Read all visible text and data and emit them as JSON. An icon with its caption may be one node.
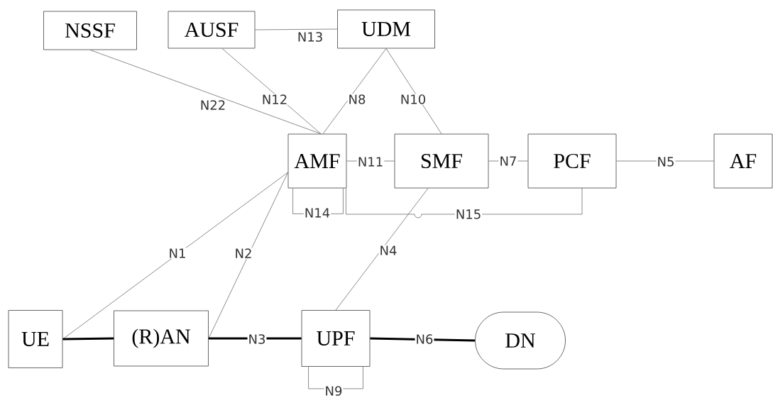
{
  "diagram": {
    "nodes": [
      {
        "text": [
          "NSSF"
        ]
      },
      {
        "text": [
          "AUSF"
        ]
      },
      {
        "text": [
          "UDM"
        ]
      },
      {
        "text": [
          "AMF"
        ]
      },
      {
        "text": [
          "SMF"
        ]
      },
      {
        "text": [
          "PCF"
        ]
      },
      {
        "text": [
          "AF"
        ]
      },
      {
        "text": [
          "UE"
        ]
      },
      {
        "text": [
          "(R)AN"
        ]
      },
      {
        "text": [
          "UPF"
        ]
      },
      {
        "text": [
          "DN"
        ]
      }
    ],
    "edges": [
      {
        "from": 0,
        "to": 3,
        "arrow": "none",
        "label": "N22"
      },
      {
        "from": 1,
        "to": 3,
        "arrow": "none",
        "label": "N12"
      },
      {
        "from": 2,
        "to": 3,
        "arrow": "none",
        "label": "N8"
      },
      {
        "from": 2,
        "to": 4,
        "arrow": "none",
        "label": "N10"
      },
      {
        "from": 1,
        "to": 2,
        "arrow": "none",
        "label": "N13"
      },
      {
        "from": 3,
        "to": 4,
        "arrow": "none",
        "label": "N11"
      },
      {
        "from": 4,
        "to": 5,
        "arrow": "none",
        "label": "N7"
      },
      {
        "from": 5,
        "to": 6,
        "arrow": "none",
        "label": "N5"
      },
      {
        "from": 3,
        "to": 3,
        "arrow": "none",
        "label": "N14"
      },
      {
        "from": 3,
        "to": 5,
        "arrow": "none",
        "label": "N15"
      },
      {
        "from": 3,
        "to": 7,
        "arrow": "none",
        "label": "N1"
      },
      {
        "from": 3,
        "to": 8,
        "arrow": "none",
        "label": "N2"
      },
      {
        "from": 4,
        "to": 9,
        "arrow": "none",
        "label": "N4"
      },
      {
        "from": 7,
        "to": 8,
        "arrow": "none",
        "style": "thick"
      },
      {
        "from": 8,
        "to": 9,
        "arrow": "none",
        "style": "thick",
        "label": "N3"
      },
      {
        "from": 9,
        "to": 10,
        "arrow": "none",
        "style": "thick",
        "label": "N6"
      },
      {
        "from": 9,
        "to": 9,
        "arrow": "none",
        "label": "N9"
      }
    ]
  }
}
